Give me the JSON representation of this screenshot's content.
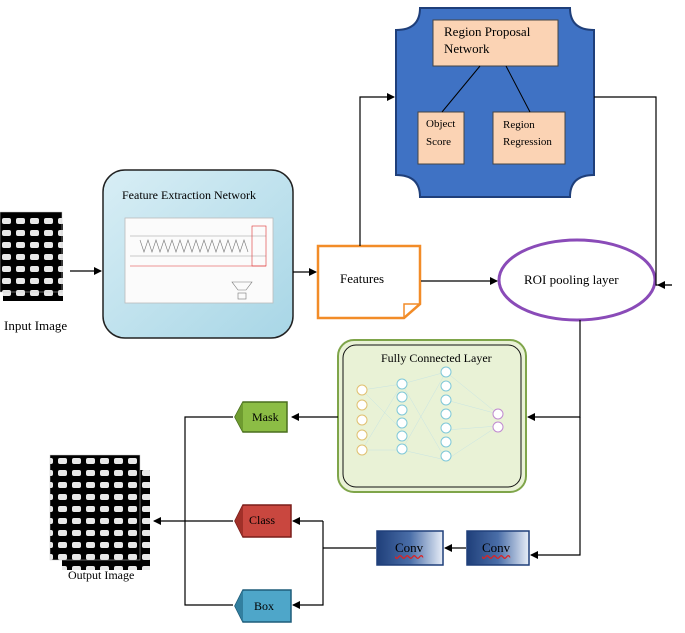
{
  "input_image": {
    "label": "Input Image"
  },
  "output_image": {
    "label": "Output Image"
  },
  "feature_extraction": {
    "title": "Feature Extraction  Network"
  },
  "features": {
    "label": "Features"
  },
  "rpn": {
    "title_line1": "Region Proposal",
    "title_line2": "Network",
    "object_score_line1": "Object",
    "object_score_line2": "Score",
    "region_regression_line1": "Region",
    "region_regression_line2": "Regression"
  },
  "roi": {
    "label": "ROI pooling layer"
  },
  "fcl": {
    "title": "Fully Connected Layer"
  },
  "mask": {
    "label": "Mask"
  },
  "class_box": {
    "label": "Class"
  },
  "box": {
    "label": "Box"
  },
  "conv1": {
    "label": "Conv"
  },
  "conv2": {
    "label": "Conv"
  },
  "colors": {
    "rpn_blue": "#3f72c4",
    "rpn_inner": "#fbd3b4",
    "fen_bg": "#bfe3ee",
    "features_border": "#f28c28",
    "roi_border": "#8a4bb8",
    "fcl_bg": "#e9f2d6",
    "mask_green": "#8cbd45",
    "class_red": "#c9473f",
    "box_blue": "#4ea6c9",
    "conv_navy": "#1f3f7a"
  }
}
